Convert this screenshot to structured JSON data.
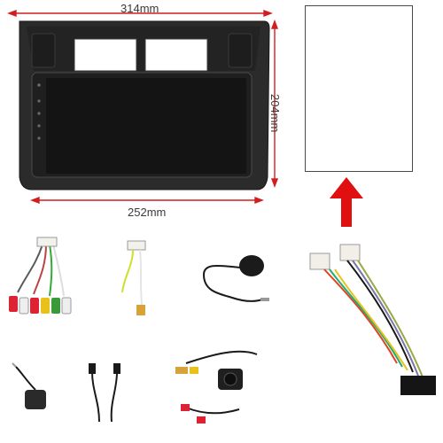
{
  "dimensions": {
    "top_width": "314mm",
    "right_height": "204mm",
    "bottom_width": "252mm"
  },
  "colors": {
    "dimension_line": "#d21e1e",
    "arrow": "#e01010",
    "frame": "#2b2b2b",
    "screen": "#141414",
    "connector_white": "#f2efe8",
    "gold_tip": "#d8a23a"
  },
  "icons": {
    "arrow": "up-arrow-icon"
  }
}
